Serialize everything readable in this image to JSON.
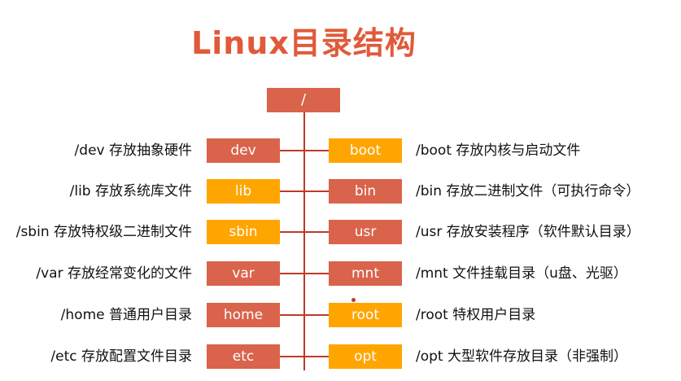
{
  "title": "Linux目录结构",
  "root": "/",
  "colors": {
    "title": "#e05a3a",
    "red_box": "#d9634b",
    "orange_box": "#ffa500",
    "line": "#c0392b",
    "text": "#111111"
  },
  "left": [
    {
      "name": "dev",
      "desc": "/dev 存放抽象硬件",
      "color": "red"
    },
    {
      "name": "lib",
      "desc": "/lib 存放系统库文件",
      "color": "orange"
    },
    {
      "name": "sbin",
      "desc": "/sbin 存放特权级二进制文件",
      "color": "orange"
    },
    {
      "name": "var",
      "desc": "/var 存放经常变化的文件",
      "color": "red"
    },
    {
      "name": "home",
      "desc": "/home 普通用户目录",
      "color": "red"
    },
    {
      "name": "etc",
      "desc": "/etc 存放配置文件目录",
      "color": "red"
    }
  ],
  "right": [
    {
      "name": "boot",
      "desc": "/boot 存放内核与启动文件",
      "color": "orange"
    },
    {
      "name": "bin",
      "desc": "/bin 存放二进制文件（可执行命令）",
      "color": "red"
    },
    {
      "name": "usr",
      "desc": "/usr 存放安装程序（软件默认目录）",
      "color": "red"
    },
    {
      "name": "mnt",
      "desc": "/mnt 文件挂载目录（u盘、光驱）",
      "color": "red"
    },
    {
      "name": "root",
      "desc": "/root 特权用户目录",
      "color": "orange"
    },
    {
      "name": "opt",
      "desc": "/opt 大型软件存放目录（非强制）",
      "color": "orange"
    }
  ]
}
